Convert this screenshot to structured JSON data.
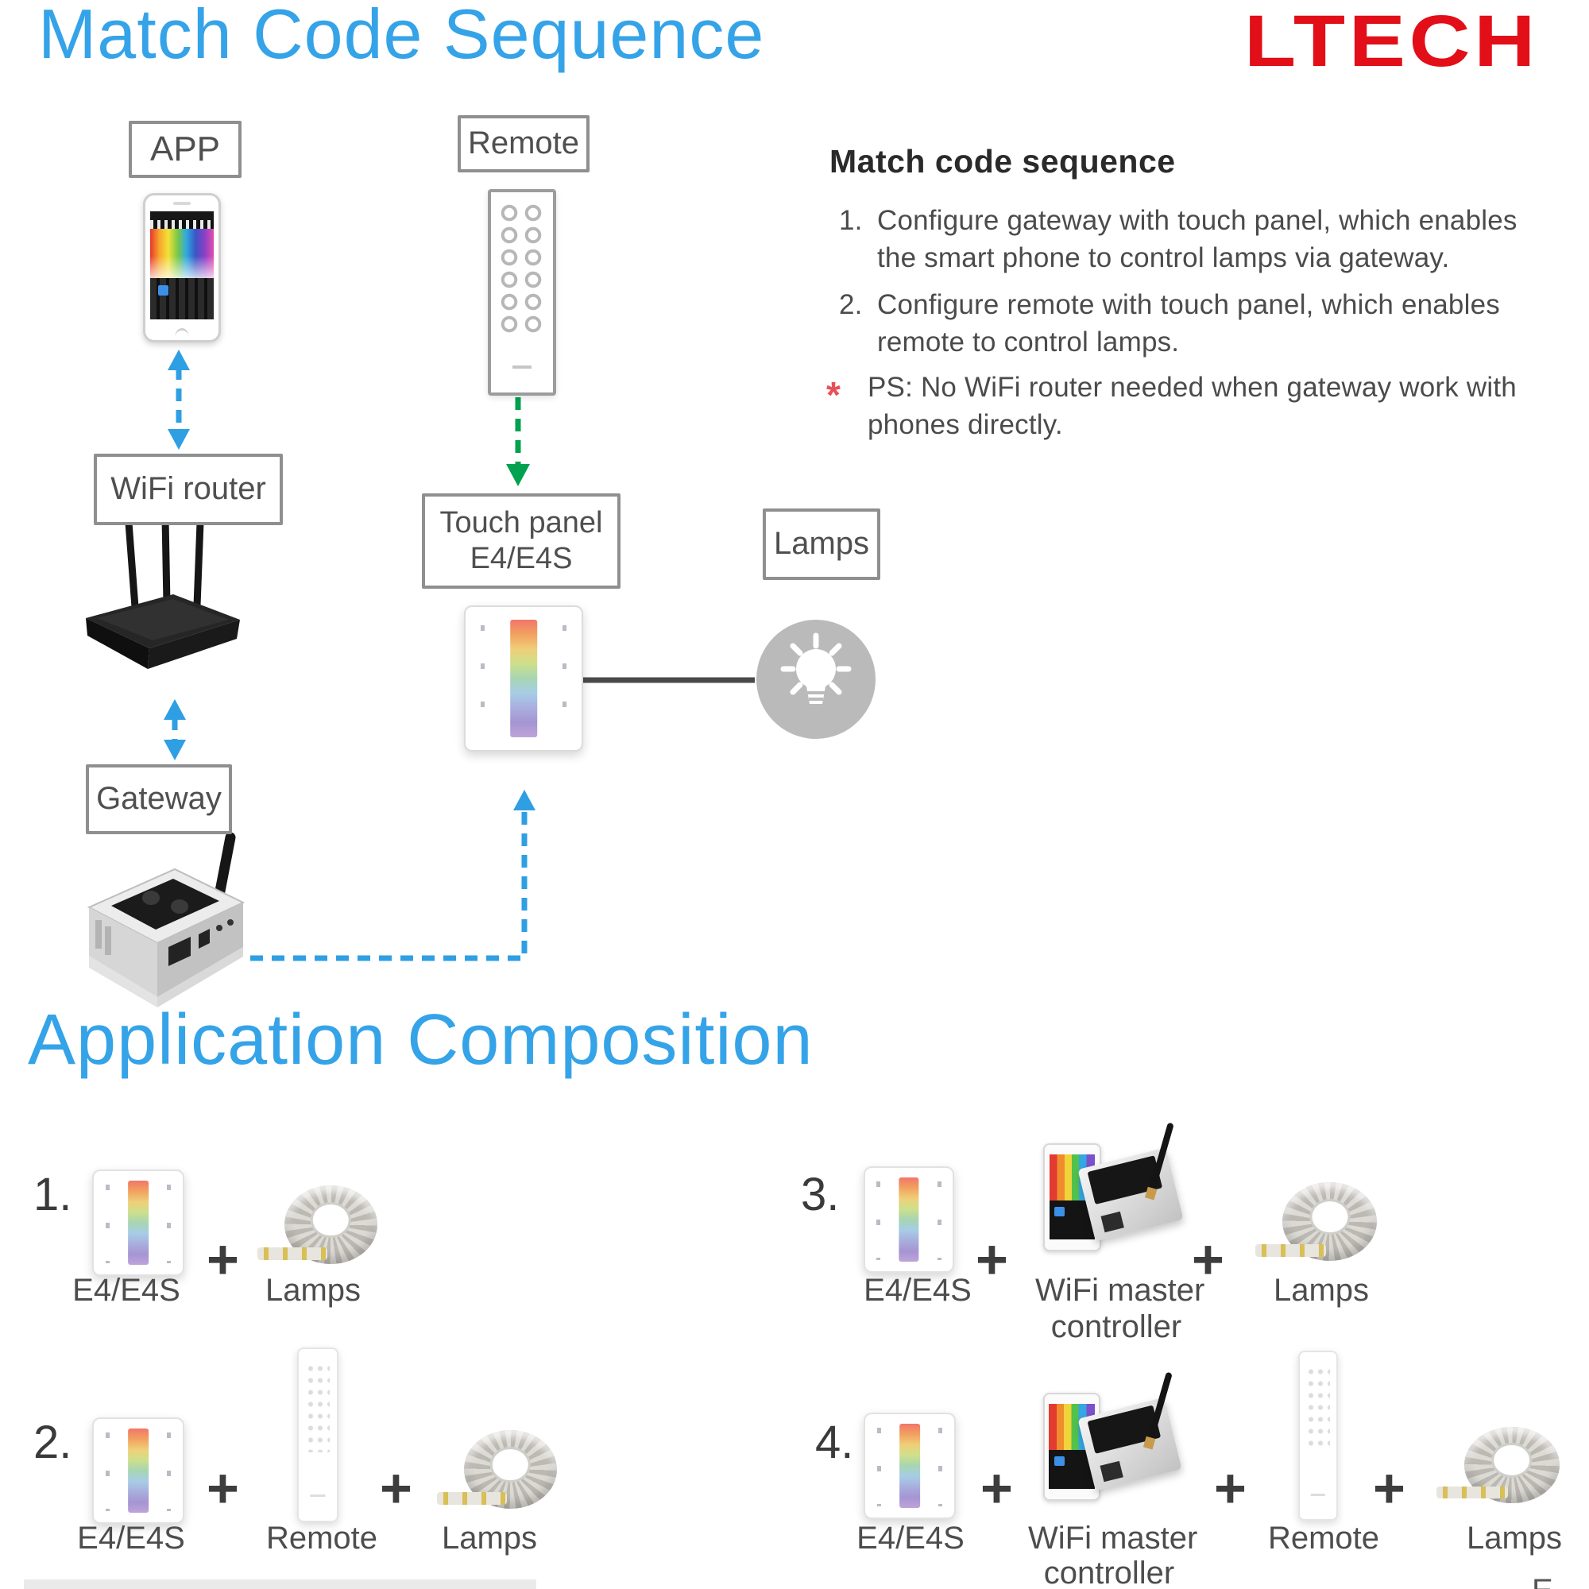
{
  "colors": {
    "title_blue": "#35a3e8",
    "logo_red": "#e20e18",
    "arrow_blue": "#2f9fe3",
    "arrow_green": "#00a14f",
    "asterisk_red": "#e85055",
    "text_dark": "#2a2a2a",
    "text_gray": "#4b4b4b"
  },
  "header": {
    "title": "Match Code Sequence",
    "logo_text": "LTECH"
  },
  "diagram": {
    "app_label": "APP",
    "remote_label": "Remote",
    "wifi_router_label": "WiFi router",
    "touch_panel_label_line1": "Touch panel",
    "touch_panel_label_line2": "E4/E4S",
    "lamps_label": "Lamps",
    "gateway_label": "Gateway"
  },
  "instructions": {
    "heading": "Match code sequence",
    "item1_num": "1.",
    "item1_line1": "Configure gateway with touch panel, which enables",
    "item1_line2": "the smart phone to control lamps via gateway.",
    "item2_num": "2.",
    "item2_line1": "Configure remote with touch panel, which enables",
    "item2_line2": "remote to control lamps.",
    "ps_mark": "*",
    "ps_line1": "PS: No WiFi router needed when gateway work with",
    "ps_line2": "phones directly."
  },
  "section2": {
    "title": "Application Composition",
    "plus": "+",
    "comp1": {
      "num": "1.",
      "panel_label": "E4/E4S",
      "lamps_label": "Lamps"
    },
    "comp2": {
      "num": "2.",
      "panel_label": "E4/E4S",
      "remote_label": "Remote",
      "lamps_label": "Lamps"
    },
    "comp3": {
      "num": "3.",
      "panel_label": "E4/E4S",
      "wmc_label_line1": "WiFi master",
      "wmc_label_line2": "controller",
      "lamps_label": "Lamps"
    },
    "comp4": {
      "num": "4.",
      "panel_label": "E4/E4S",
      "wmc_label_line1": "WiFi master",
      "wmc_label_line2": "controller",
      "remote_label": "Remote",
      "lamps_label": "Lamps"
    },
    "partial_glyph": "E"
  }
}
